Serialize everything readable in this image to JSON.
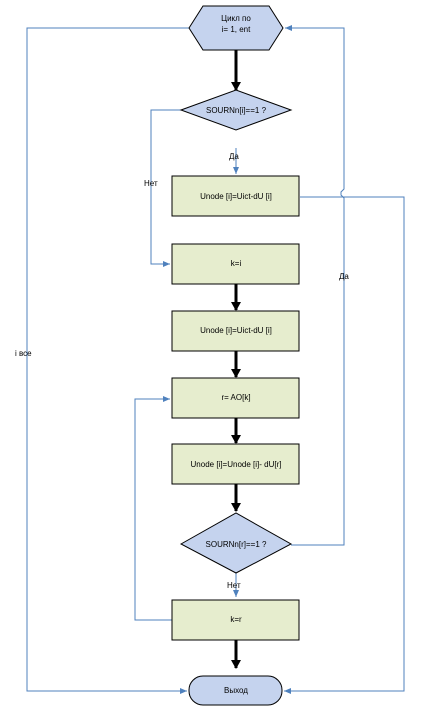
{
  "diagram": {
    "colors": {
      "box_fill": "#e6edce",
      "shape_fill": "#c5d3ee",
      "border": "#000000",
      "thin_line": "#4f81bd",
      "thick_line": "#000000"
    },
    "nodes": {
      "loop_start": "Цикл по\ni= 1, ent",
      "decision_1": "SOURNn[i]==1 ?",
      "process_1": "Unode [i]=Uict-dU [i]",
      "process_2": "k=i",
      "process_3": "Unode [i]=Uict-dU [i]",
      "process_4": "r= AO[k]",
      "process_5": "Unode [i]=Unode [i]- dU[r]",
      "decision_2": "SOURNn[r]==1 ?",
      "process_6": "k=r",
      "end": "Выход"
    },
    "edge_labels": {
      "d1_yes": "Да",
      "d1_no": "Нет",
      "d2_yes": "Да",
      "d2_no": "Нет",
      "loop_all": "i все"
    }
  }
}
